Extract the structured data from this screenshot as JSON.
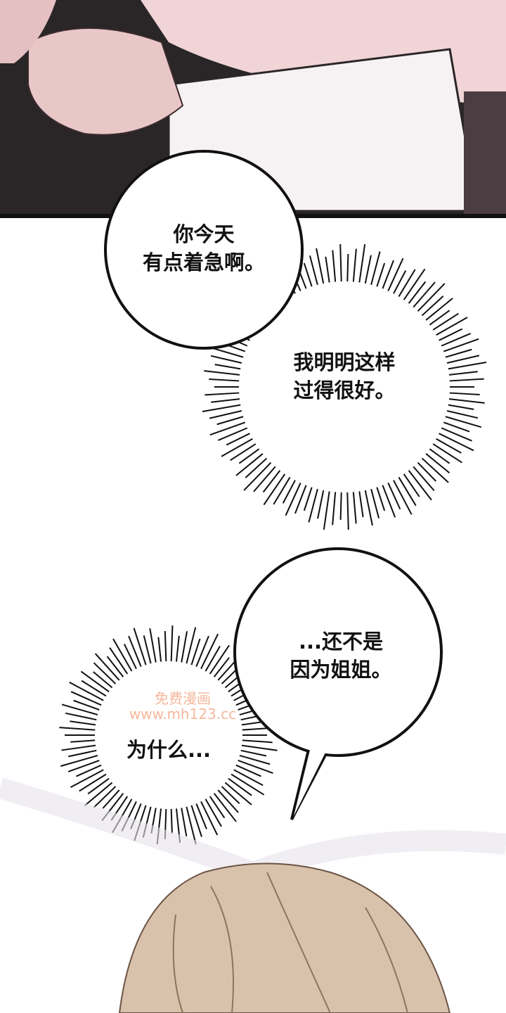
{
  "panels": [
    {
      "bubble": "speech",
      "lines": [
        "你今天",
        "有点着急啊。"
      ]
    },
    {
      "bubble": "burst",
      "lines": [
        "我明明这样",
        "过得很好。"
      ]
    },
    {
      "bubble": "speech",
      "lines": [
        "...还不是",
        "因为姐姐。"
      ]
    },
    {
      "bubble": "burst",
      "lines": [
        "为什么..."
      ]
    }
  ],
  "watermark": {
    "line1": "免费漫画",
    "line2": "www.mh123.cc"
  },
  "colors": {
    "dark_bg": "#2a2628",
    "skin": "#f0d4d6",
    "hair": "#d9c2ac"
  }
}
